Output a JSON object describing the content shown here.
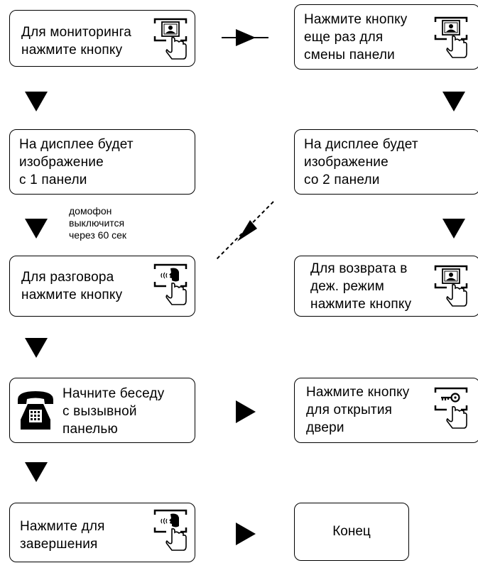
{
  "steps": {
    "monitor": "Для мониторинга\nнажмите кнопку",
    "again": "Нажмите кнопку\nеще раз для\nсмены панели",
    "display1": "На дисплее будет\nизображение\nс 1 панели",
    "display2": "На дисплее будет\nизображение\nсо 2 панели",
    "talk": "Для разговора\nнажмите кнопку",
    "return": "Для возврата в\nдеж. режим\nнажмите кнопку",
    "converse": "Начните беседу\nс вызывной\nпанелью",
    "open_door": "Нажмите кнопку\nдля открытия\nдвери",
    "finish": "Нажмите для\nзавершения",
    "end": "Конец"
  },
  "note": "домофон\nвыключится\nчерез 60 сек"
}
